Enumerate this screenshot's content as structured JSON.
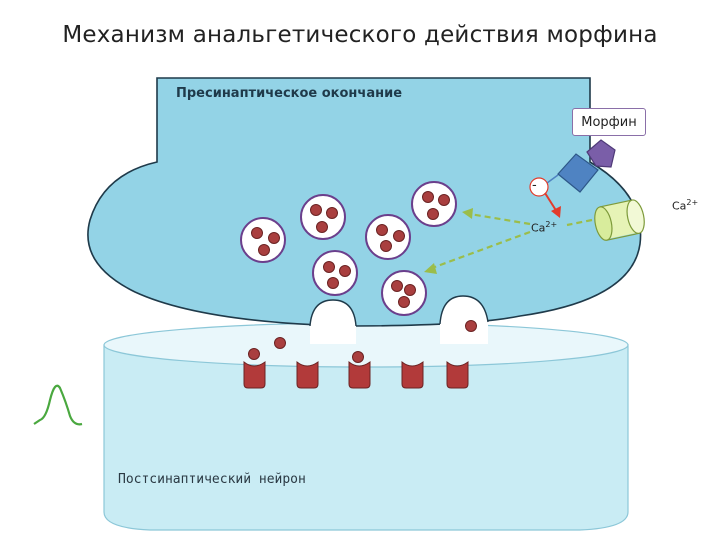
{
  "title": "Механизм анальгетического действия морфина",
  "presynaptic_label": "Пресинаптическое окончание",
  "morphine_label": "Морфин",
  "postsynaptic_label": "Постсинаптический нейрон",
  "ca_outside": {
    "base": "Ca",
    "sup": "2+"
  },
  "ca_inside": {
    "base": "Ca",
    "sup": "2+"
  },
  "minus_sign": "-",
  "colors": {
    "presynaptic_fill": "#93d3e6",
    "postsynaptic_fill": "#c9ecf4",
    "vesicle_dot": "#a93f3f",
    "receptor": "#b23a3a",
    "morphine_receptor": "#4f83c2",
    "morphine": "#7a5ea8",
    "channel": "#e6f3b6",
    "arrow_dashed": "#9bbd4a",
    "arrow_red": "#e23b2b",
    "action_potential": "#4aa83f"
  }
}
